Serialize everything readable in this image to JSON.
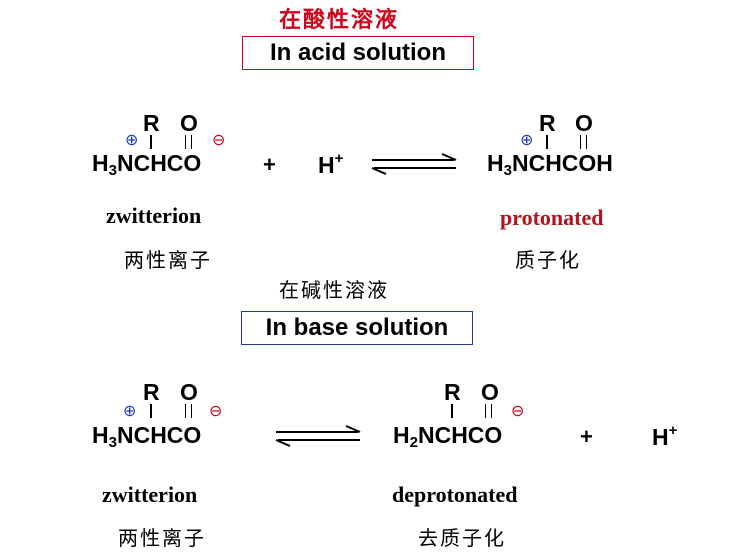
{
  "acid_section": {
    "chinese_title": "在酸性溶液",
    "box_label": "In acid solution",
    "reactant": {
      "substituent": "R",
      "carbonyl_o": "O",
      "formula": {
        "a": "H",
        "sub": "3",
        "b": "NCHCO"
      },
      "pos_charge": "⊕",
      "neg_charge": "⊖",
      "name": "zwitterion",
      "name_cn": "两性离子"
    },
    "plus_sign": "+",
    "proton": {
      "base": "H",
      "sup": "+"
    },
    "product": {
      "substituent": "R",
      "carbonyl_o": "O",
      "formula": {
        "a": "H",
        "sub": "3",
        "b": "NCHCOH"
      },
      "pos_charge": "⊕",
      "name": "protonated",
      "name_cn": "质子化"
    }
  },
  "base_section": {
    "chinese_title": "在碱性溶液",
    "box_label": "In base solution",
    "reactant": {
      "substituent": "R",
      "carbonyl_o": "O",
      "formula": {
        "a": "H",
        "sub": "3",
        "b": "NCHCO"
      },
      "pos_charge": "⊕",
      "neg_charge": "⊖",
      "name": "zwitterion",
      "name_cn": "两性离子"
    },
    "product": {
      "substituent": "R",
      "carbonyl_o": "O",
      "formula": {
        "a": "H",
        "sub": "2",
        "b": "NCHCO"
      },
      "neg_charge": "⊖",
      "name": "deprotonated",
      "name_cn": "去质子化"
    },
    "plus_sign": "+",
    "proton": {
      "base": "H",
      "sup": "+"
    }
  },
  "colors": {
    "title_red": "#d0021b",
    "protonated_red": "#b0151e",
    "positive_blue": "#1a39c4",
    "negative_red": "#d0021b",
    "base_box_blue": "#2b3990"
  }
}
